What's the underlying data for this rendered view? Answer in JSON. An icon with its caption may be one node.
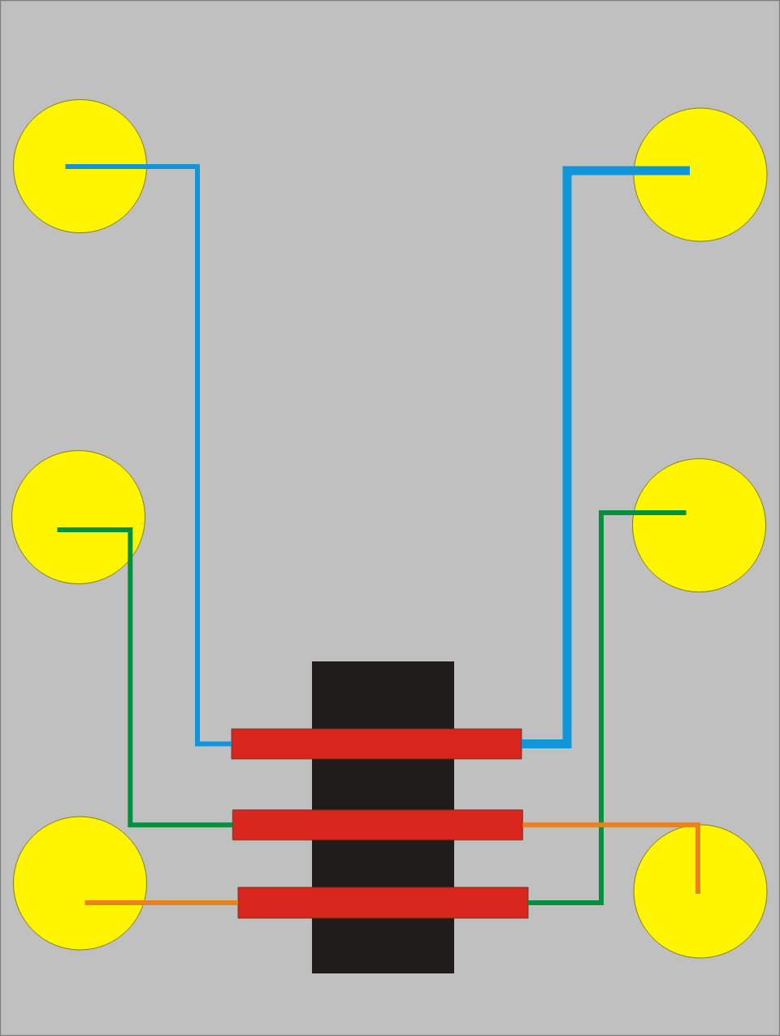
{
  "diagram": {
    "nodes": [
      {
        "text": [],
        "shape": "circle"
      },
      {
        "text": [],
        "shape": "circle"
      },
      {
        "text": [],
        "shape": "circle"
      },
      {
        "text": [],
        "shape": "circle"
      },
      {
        "text": [],
        "shape": "circle"
      },
      {
        "text": [],
        "shape": "circle"
      },
      {
        "text": [],
        "shape": "box"
      },
      {
        "text": [],
        "shape": "bar"
      },
      {
        "text": [],
        "shape": "bar"
      },
      {
        "text": [],
        "shape": "bar"
      }
    ],
    "edges": [
      {
        "from": 0,
        "to": 7,
        "arrow": "none",
        "color": "#0f95d9"
      },
      {
        "from": 1,
        "to": 7,
        "arrow": "none",
        "color": "#0f95d9",
        "style": "thick"
      },
      {
        "from": 2,
        "to": 8,
        "arrow": "none",
        "color": "#00913f"
      },
      {
        "from": 3,
        "to": 9,
        "arrow": "none",
        "color": "#00913f"
      },
      {
        "from": 4,
        "to": 9,
        "arrow": "none",
        "color": "#e8811e"
      },
      {
        "from": 5,
        "to": 8,
        "arrow": "none",
        "color": "#e8811e"
      }
    ]
  }
}
